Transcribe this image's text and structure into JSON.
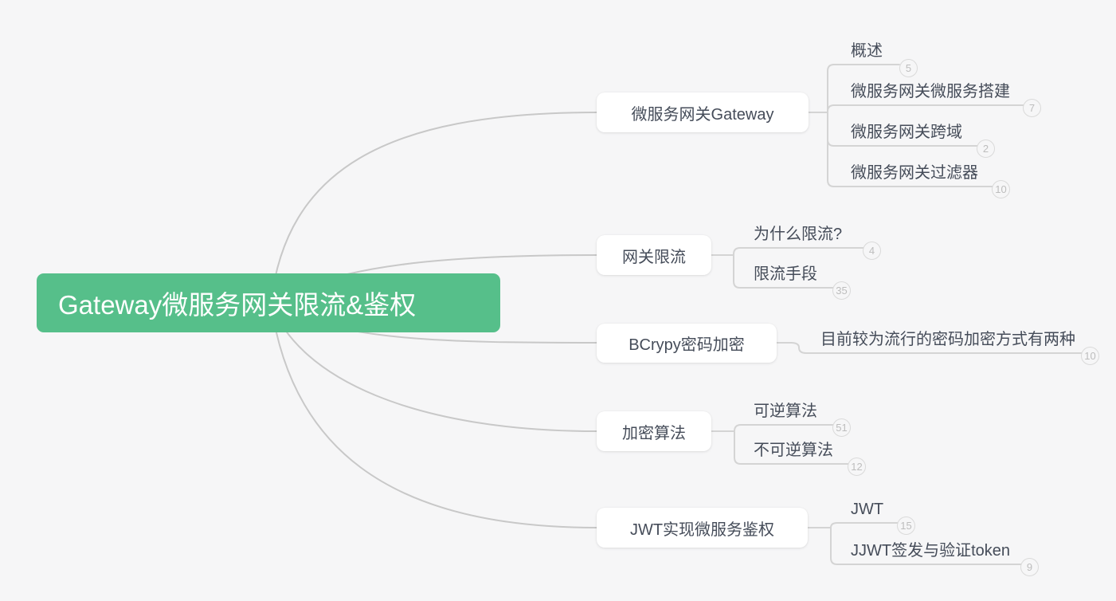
{
  "root": {
    "label": "Gateway微服务网关限流&鉴权"
  },
  "branches": [
    {
      "label": "微服务网关Gateway",
      "children": [
        {
          "label": "概述",
          "count": "5"
        },
        {
          "label": "微服务网关微服务搭建",
          "count": "7"
        },
        {
          "label": "微服务网关跨域",
          "count": "2"
        },
        {
          "label": "微服务网关过滤器",
          "count": "10"
        }
      ]
    },
    {
      "label": "网关限流",
      "children": [
        {
          "label": "为什么限流?",
          "count": "4"
        },
        {
          "label": "限流手段",
          "count": "35"
        }
      ]
    },
    {
      "label": "BCrypy密码加密",
      "children": [
        {
          "label": "目前较为流行的密码加密方式有两种",
          "count": "10"
        }
      ]
    },
    {
      "label": "加密算法",
      "children": [
        {
          "label": "可逆算法",
          "count": "51"
        },
        {
          "label": "不可逆算法",
          "count": "12"
        }
      ]
    },
    {
      "label": "JWT实现微服务鉴权",
      "children": [
        {
          "label": "JWT",
          "count": "15"
        },
        {
          "label": "JJWT签发与验证token",
          "count": "9"
        }
      ]
    }
  ],
  "colors": {
    "background": "#f6f6f7",
    "root_bg": "#56bf8a",
    "root_text": "#ffffff",
    "node_bg": "#ffffff",
    "node_text": "#454c59",
    "curve_line": "#c8c8c8",
    "child_line": "#d4d4d4",
    "badge_border": "#dadada",
    "badge_text": "#bdbdbd"
  }
}
